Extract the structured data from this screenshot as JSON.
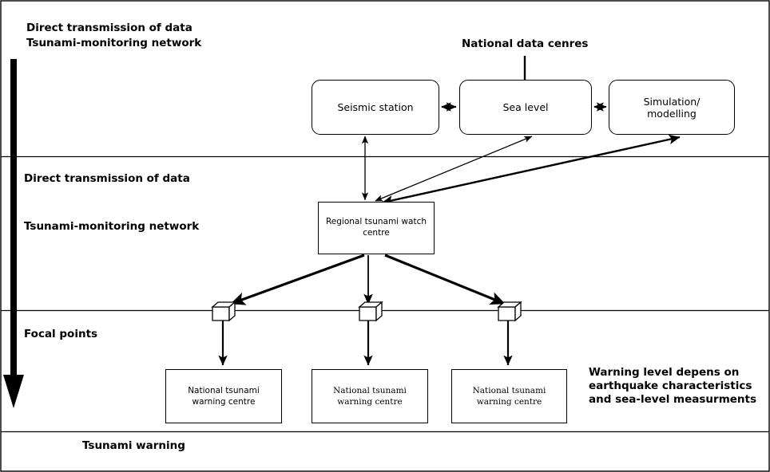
{
  "diagram": {
    "title": "Tsunami warning system flow diagram",
    "colors": {
      "line": "#000000",
      "background": "#ffffff",
      "flow_arrow": "#000000"
    },
    "band_labels": {
      "top_line1": "Direct transmission of data",
      "top_line2": "Tsunami-monitoring network",
      "middle_line1": "Direct transmission of data",
      "middle_line2": "Tsunami-monitoring network",
      "focal_points": "Focal points",
      "bottom": "Tsunami warning"
    },
    "callouts": {
      "national_data_centres": "National data cenres",
      "warning_level_note_line1": "Warning level depens on",
      "warning_level_note_line2": "earthquake characteristics",
      "warning_level_note_line3": "and sea-level measurments"
    },
    "nodes": {
      "seismic_station": "Seismic station",
      "sea_level": "Sea level",
      "simulation_modelling_line1": "Simulation/",
      "simulation_modelling_line2": "modelling",
      "regional_watch_centre_line1": "Regional tsunami watch",
      "regional_watch_centre_line2": "centre",
      "national_centres": [
        {
          "line1": "National tsunami",
          "line2": "warning centre"
        },
        {
          "line1": "National tsunami",
          "line2": "warning centre"
        },
        {
          "line1": "National tsunami",
          "line2": "warning centre"
        }
      ]
    },
    "icons": {
      "focal_point_cube": "cube-icon",
      "flow_direction_arrow": "down-arrow-icon"
    }
  }
}
